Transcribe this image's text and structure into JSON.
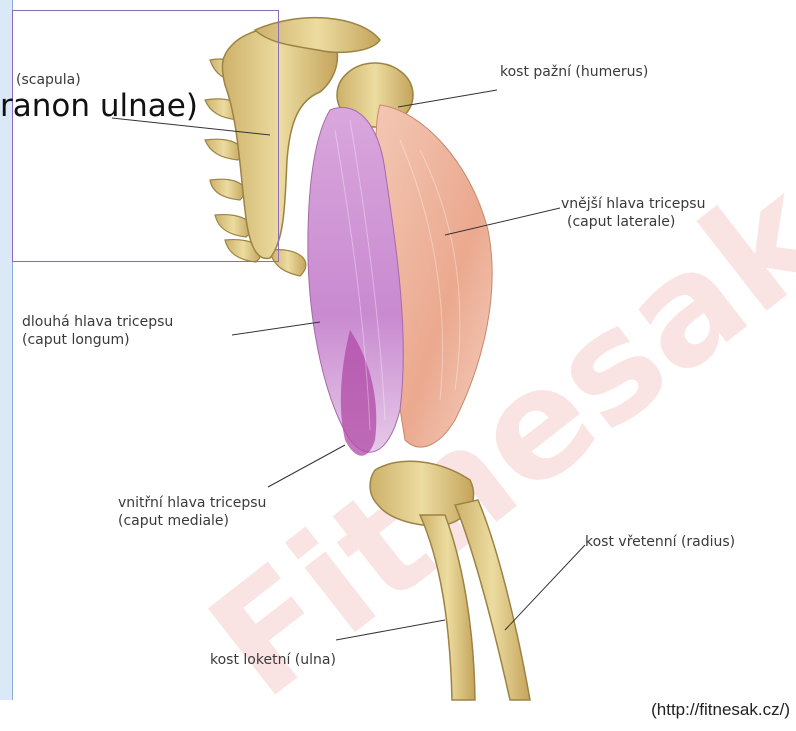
{
  "overlay": {
    "scapula_label": "(scapula)",
    "big_text": "ranon ulnae)"
  },
  "labels": {
    "humerus": "kost pažní (humerus)",
    "lateral_line1": "vnější hlava tricepsu",
    "lateral_line2": "(caput laterale)",
    "longum_line1": "dlouhá hlava tricepsu",
    "longum_line2": "(caput longum)",
    "mediale_line1": "vnitřní hlava tricepsu",
    "mediale_line2": "(caput mediale)",
    "radius": "kost vřetenní (radius)",
    "ulna": "kost loketní (ulna)"
  },
  "watermark": "Fitnesak",
  "credit": "(http://fitnesak.cz/)"
}
